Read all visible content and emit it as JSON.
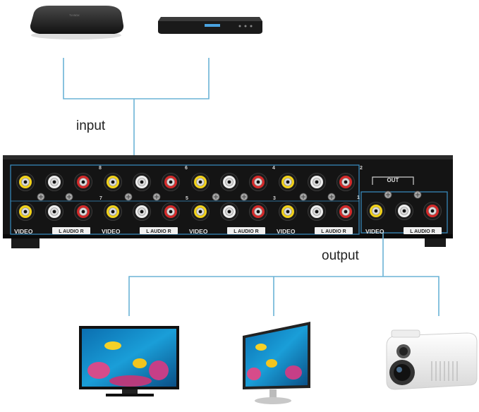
{
  "labels": {
    "input": "input",
    "output": "output"
  },
  "switcher": {
    "port_numbers": [
      "8",
      "7",
      "6",
      "5",
      "4",
      "3",
      "2",
      "1"
    ],
    "group_video": "VIDEO",
    "group_audio": "L AUDIO R",
    "out_label": "OUT"
  },
  "colors": {
    "connector_line": "#6bb3d6",
    "panel_outline": "#3a8fc4",
    "jack_video": "#f2d21a",
    "jack_audio_left": "#eeeeee",
    "jack_audio_right": "#d42a2a",
    "chassis": "#141414"
  },
  "devices": {
    "inputs": [
      "tv-box",
      "dvd-player"
    ],
    "outputs": [
      "tv",
      "monitor",
      "projector"
    ]
  }
}
